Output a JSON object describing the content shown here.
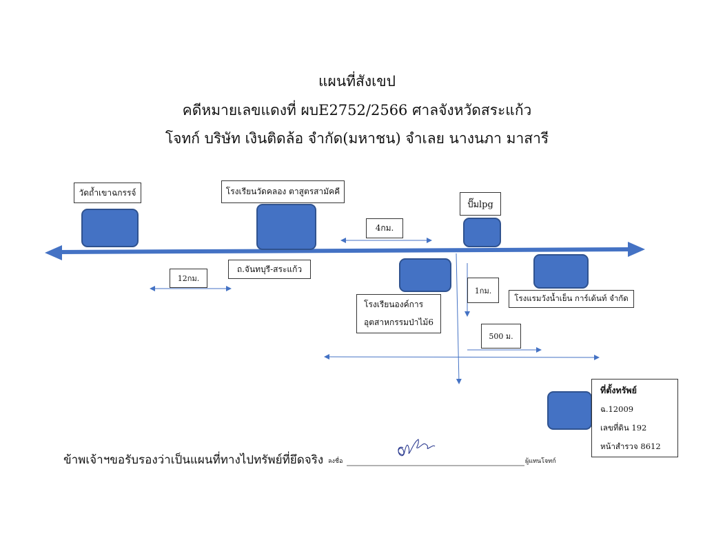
{
  "title": {
    "line1": "แผนที่สังเขป",
    "line2": "คดีหมายเลขแดงที่ ผบE2752/2566  ศาลจังหวัดสระแก้ว",
    "line3": "โจทก์ บริษัท เงินติดล้อ จำกัด(มหาชน) จำเลย นางนภา มาสารี"
  },
  "landmarks": {
    "temple": "วัดถ้ำเขาฉกรรจ์",
    "school_klong": "โรงเรียนวัดคลอง ตาสูตรสามัคคี",
    "lpg_pump": "ปั๊มlpg",
    "road": "ถ.จันทบุรี-สระแก้ว",
    "school_forest_line1": "โรงเรียนองค์การ",
    "school_forest_line2": "อุตสาหกรรมป่าไม้6",
    "hotel": "โรงแรมวังน้ำเย็น การ์เด้นท์ จำกัด"
  },
  "distances": {
    "d4km": "4กม.",
    "d12km": "12กม.",
    "d1km": "1กม.",
    "d500m": "500 ม."
  },
  "property": {
    "heading": "ที่ตั้งทรัพย์",
    "deed": "ฉ.12009",
    "land_no": "เลขที่ดิน 192",
    "survey_page": "หน้าสำรวจ 8612"
  },
  "footer": {
    "certification": "ข้าพเจ้าฯขอรับรองว่าเป็นแผนที่ทางไปทรัพย์ที่ยึดจริง",
    "sign_label": "ลงชื่อ",
    "role": "ผู้แทนโจทก์"
  },
  "colors": {
    "block": "#4472c4",
    "block_border": "#2f528f",
    "arrow": "#4472c4"
  }
}
